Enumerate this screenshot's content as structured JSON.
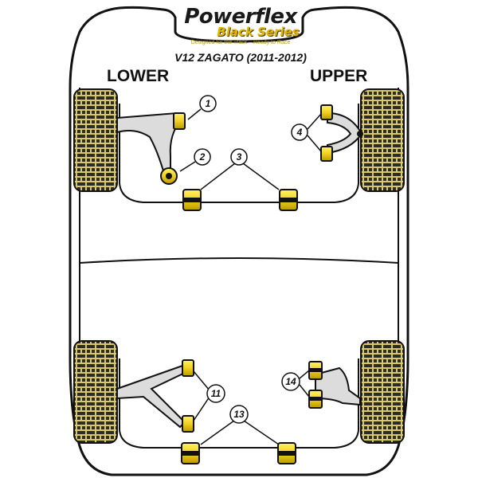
{
  "brand": {
    "title": "Powerflex",
    "series": "Black Series",
    "tagline": "Designed for the Track – Ready to Race"
  },
  "model": "V12 ZAGATO (2011-2012)",
  "labels": {
    "lower": "LOWER",
    "upper": "UPPER"
  },
  "callouts": [
    "1",
    "2",
    "3",
    "4",
    "11",
    "13",
    "14"
  ],
  "colors": {
    "bushing_yellow": "#f2d82c",
    "tyre_yellow": "#d4c25a",
    "outline": "#111111",
    "arm_grey": "#d9d9d9"
  }
}
